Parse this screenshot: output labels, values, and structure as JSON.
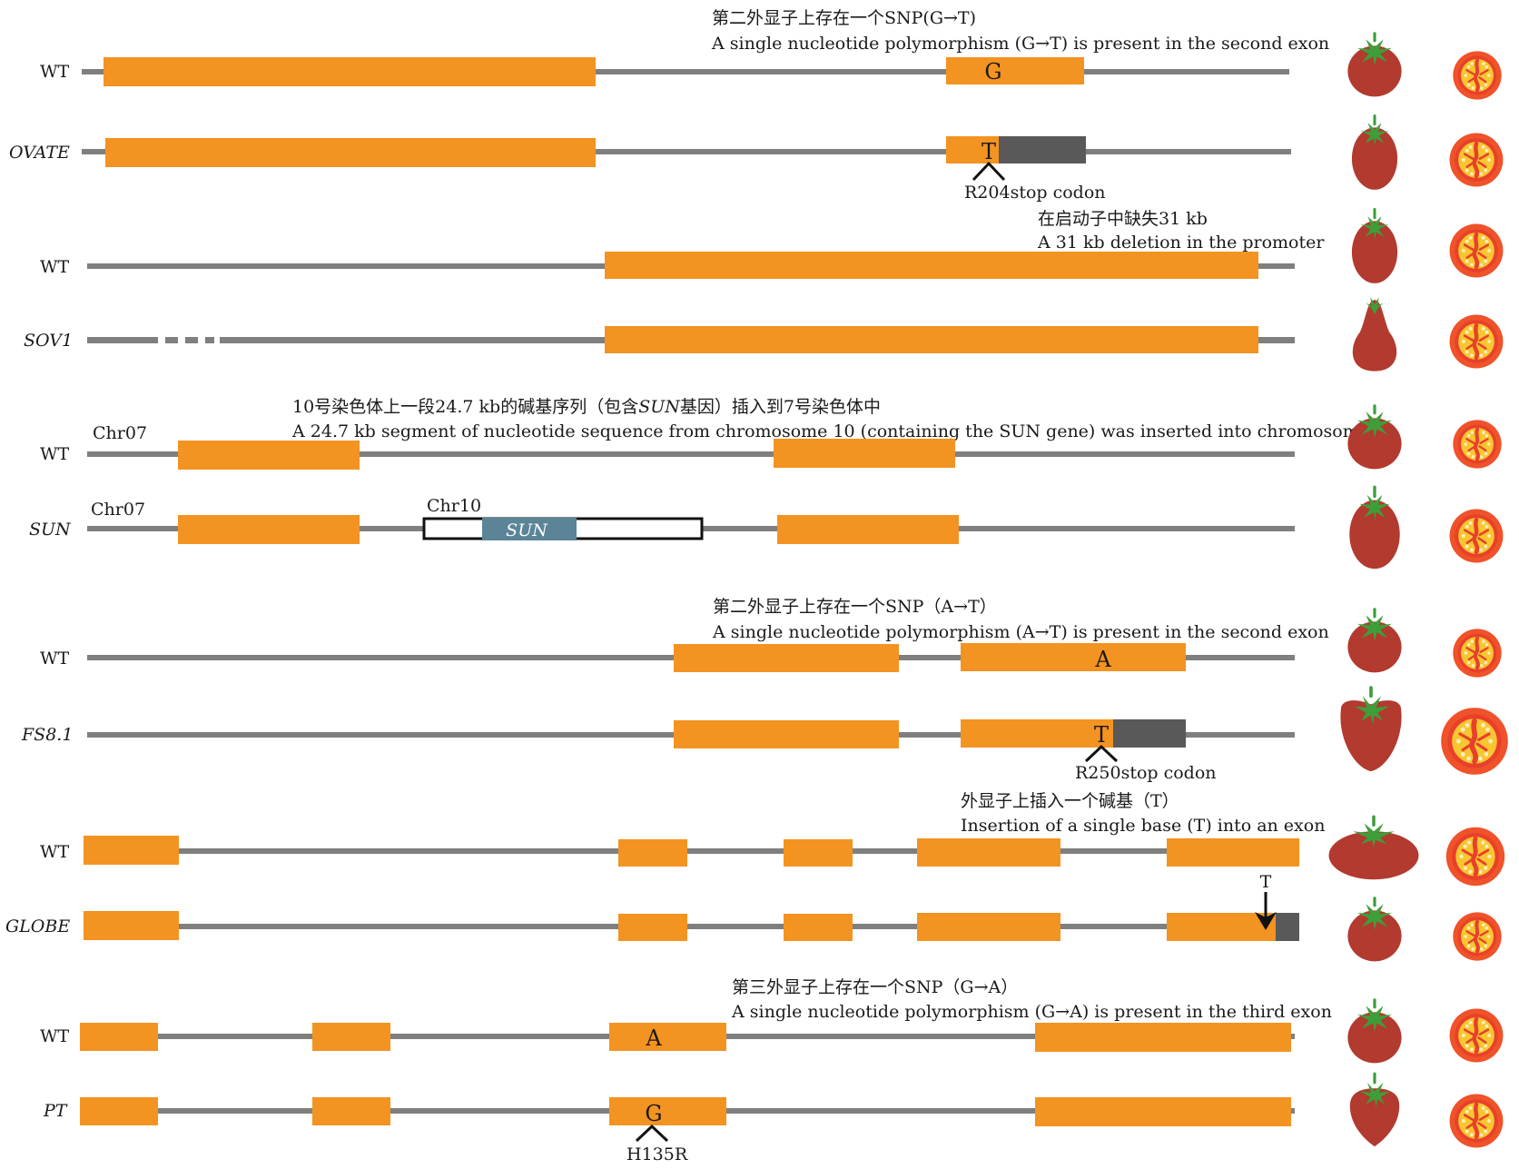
{
  "colors": {
    "exon": "#F39321",
    "intron": "#7f7f7f",
    "truncated": "#595959",
    "sun_insert": "#5B8497",
    "tomato": "#B23A2E",
    "stem": "#3E9E3A",
    "flesh_orange": "#F0522A",
    "flesh_yellow": "#F8C630",
    "seed": "#FCEFC0"
  },
  "panels": {
    "ovate": {
      "annotation_cn": "第二外显子上存在一个SNP(G→T)",
      "annotation_en": "A single nucleotide polymorphism (G→T) is present in the second exon",
      "wt_label": "WT",
      "mut_label": "OVATE",
      "wt_allele": "G",
      "mut_allele": "T",
      "mutation_note": "R204stop codon"
    },
    "sov1": {
      "annotation_cn": "在启动子中缺失31 kb",
      "annotation_en": "A 31 kb deletion in the promoter",
      "wt_label": "WT",
      "mut_label": "SOV1"
    },
    "sun": {
      "annotation_cn_pre": "10号染色体上一段24.7 kb的碱基序列（包含",
      "annotation_cn_gene": "SUN",
      "annotation_cn_post": "基因）插入到7号染色体中",
      "annotation_en": "A 24.7 kb segment of nucleotide sequence from chromosome 10 (containing the SUN gene) was inserted into chromosome 7",
      "wt_label": "WT",
      "mut_label": "SUN",
      "chr_wt": "Chr07",
      "chr_mut": "Chr07",
      "chr_insert": "Chr10",
      "insert_gene": "SUN"
    },
    "fs81": {
      "annotation_cn": "第二外显子上存在一个SNP（A→T）",
      "annotation_en": "A single nucleotide polymorphism (A→T) is present in the second exon",
      "wt_label": "WT",
      "mut_label": "FS8.1",
      "wt_allele": "A",
      "mut_allele": "T",
      "mutation_note": "R250stop codon"
    },
    "globe": {
      "annotation_cn": "外显子上插入一个碱基（T）",
      "annotation_en": "Insertion of a single base (T) into an exon",
      "wt_label": "WT",
      "mut_label": "GLOBE",
      "inserted_base": "T"
    },
    "pt": {
      "annotation_cn": "第三外显子上存在一个SNP（G→A）",
      "annotation_en": "A single nucleotide polymorphism (G→A) is present in the third exon",
      "wt_label": "WT",
      "mut_label": "PT",
      "wt_allele": "A",
      "mut_allele": "G",
      "mutation_note": "H135R"
    }
  }
}
